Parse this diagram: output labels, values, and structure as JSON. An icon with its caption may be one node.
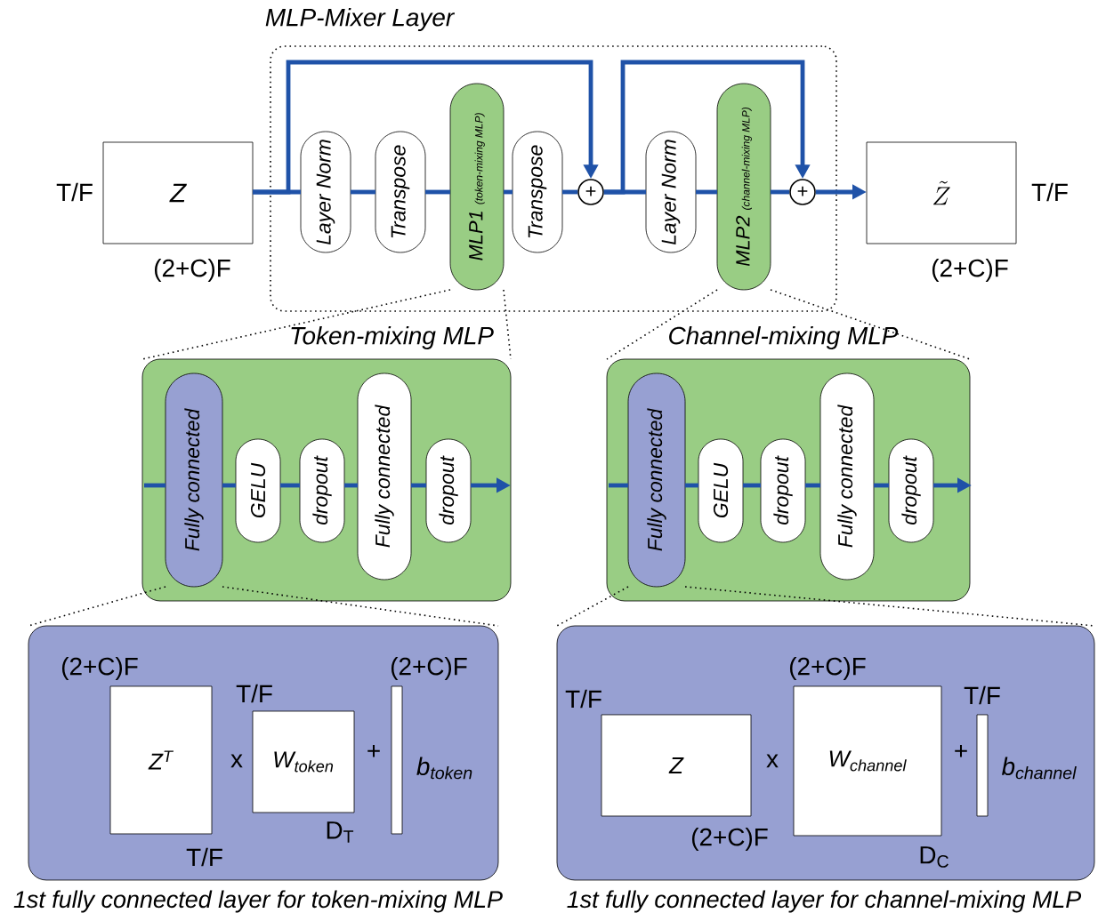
{
  "diagram": {
    "nodes": [
      {
        "text": [
          "MLP-Mixer Layer"
        ]
      },
      {
        "text": [
          "Z"
        ],
        "beside": [
          "T/F",
          "(2+C)F"
        ]
      },
      {
        "text": [
          "Layer Norm"
        ],
        "in": 0
      },
      {
        "text": [
          "Transpose"
        ],
        "in": 0
      },
      {
        "text": [
          "MLP1",
          "(token-mixing MLP)"
        ],
        "in": 0
      },
      {
        "text": [
          "Transpose"
        ],
        "in": 0
      },
      {
        "text": [
          "+"
        ],
        "in": 0
      },
      {
        "text": [
          "Layer Norm"
        ],
        "in": 0
      },
      {
        "text": [
          "MLP2",
          "(channel-mixing MLP)"
        ],
        "in": 0
      },
      {
        "text": [
          "+"
        ],
        "in": 0
      },
      {
        "text": [
          "\\tilde{Z}"
        ],
        "beside": [
          "T/F",
          "(2+C)F"
        ]
      },
      {
        "text": [
          "Token-mixing MLP"
        ]
      },
      {
        "text": [
          "Fully connected"
        ],
        "in": 11
      },
      {
        "text": [
          "GELU"
        ],
        "in": 11
      },
      {
        "text": [
          "dropout"
        ],
        "in": 11
      },
      {
        "text": [
          "Fully connected"
        ],
        "in": 11
      },
      {
        "text": [
          "dropout"
        ],
        "in": 11
      },
      {
        "text": [
          "Channel-mixing MLP"
        ]
      },
      {
        "text": [
          "Fully connected"
        ],
        "in": 17
      },
      {
        "text": [
          "GELU"
        ],
        "in": 17
      },
      {
        "text": [
          "dropout"
        ],
        "in": 17
      },
      {
        "text": [
          "Fully connected"
        ],
        "in": 17
      },
      {
        "text": [
          "dropout"
        ],
        "in": 17
      },
      {
        "text": [
          "1st fully connected layer for token-mixing MLP"
        ]
      },
      {
        "text": [
          "Z$^{T}$"
        ],
        "in": 23,
        "beside": [
          "(2+C)F",
          "T/F"
        ]
      },
      {
        "text": [
          "W$_{token}$"
        ],
        "in": 23,
        "beside": [
          "T/F",
          "D$_{T}$"
        ]
      },
      {
        "text": [],
        "shape": "bar",
        "in": 23,
        "beside": [
          "(2+C)F",
          "b$_{token}$"
        ]
      },
      {
        "text": [
          "1st fully connected layer for channel-mixing MLP"
        ]
      },
      {
        "text": [
          "Z"
        ],
        "in": 27,
        "beside": [
          "T/F",
          "(2+C)F"
        ]
      },
      {
        "text": [
          "W$_{channel}$"
        ],
        "in": 27,
        "beside": [
          "(2+C)F",
          "D$_{C}$"
        ]
      },
      {
        "text": [],
        "shape": "bar",
        "in": 27,
        "beside": [
          "T/F",
          "b$_{channel}$"
        ]
      }
    ],
    "edges": [
      {
        "from": 1,
        "to": 2,
        "arrow": "none"
      },
      {
        "from": 2,
        "to": 3,
        "arrow": "none"
      },
      {
        "from": 3,
        "to": 4,
        "arrow": "none"
      },
      {
        "from": 4,
        "to": 5,
        "arrow": "none"
      },
      {
        "from": 5,
        "to": 6,
        "arrow": "none"
      },
      {
        "from": 6,
        "to": 7,
        "arrow": "none"
      },
      {
        "from": 7,
        "to": 8,
        "arrow": "none"
      },
      {
        "from": 8,
        "to": 9,
        "arrow": "none"
      },
      {
        "from": 9,
        "to": 10,
        "arrow": "to"
      },
      {
        "from": 1,
        "to": 6,
        "arrow": "to"
      },
      {
        "from": 6,
        "to": 9,
        "arrow": "to"
      },
      {
        "from": null,
        "to": 12,
        "arrow": "none"
      },
      {
        "from": 12,
        "to": 13,
        "arrow": "none"
      },
      {
        "from": 13,
        "to": 14,
        "arrow": "none"
      },
      {
        "from": 14,
        "to": 15,
        "arrow": "none"
      },
      {
        "from": 15,
        "to": 16,
        "arrow": "none"
      },
      {
        "from": 16,
        "to": null,
        "arrow": "to"
      },
      {
        "from": null,
        "to": 18,
        "arrow": "none"
      },
      {
        "from": 18,
        "to": 19,
        "arrow": "none"
      },
      {
        "from": 19,
        "to": 20,
        "arrow": "none"
      },
      {
        "from": 20,
        "to": 21,
        "arrow": "none"
      },
      {
        "from": 21,
        "to": 22,
        "arrow": "none"
      },
      {
        "from": 22,
        "to": null,
        "arrow": "to"
      },
      {
        "from": 4,
        "to": 11,
        "arrow": "none",
        "style": "dashed",
        "color": "#000000"
      },
      {
        "from": 4,
        "to": 11,
        "arrow": "none",
        "style": "dashed",
        "color": "#000000"
      },
      {
        "from": 8,
        "to": 17,
        "arrow": "none",
        "style": "dashed",
        "color": "#000000"
      },
      {
        "from": 8,
        "to": 17,
        "arrow": "none",
        "style": "dashed",
        "color": "#000000"
      },
      {
        "from": 12,
        "to": 23,
        "arrow": "none",
        "style": "dashed",
        "color": "#000000"
      },
      {
        "from": 12,
        "to": 23,
        "arrow": "none",
        "style": "dashed",
        "color": "#000000"
      },
      {
        "from": 18,
        "to": 27,
        "arrow": "none",
        "style": "dashed",
        "color": "#000000"
      },
      {
        "from": 18,
        "to": 27,
        "arrow": "none",
        "style": "dashed",
        "color": "#000000"
      }
    ],
    "labels": [
      "x",
      "+",
      "x",
      "+"
    ]
  }
}
